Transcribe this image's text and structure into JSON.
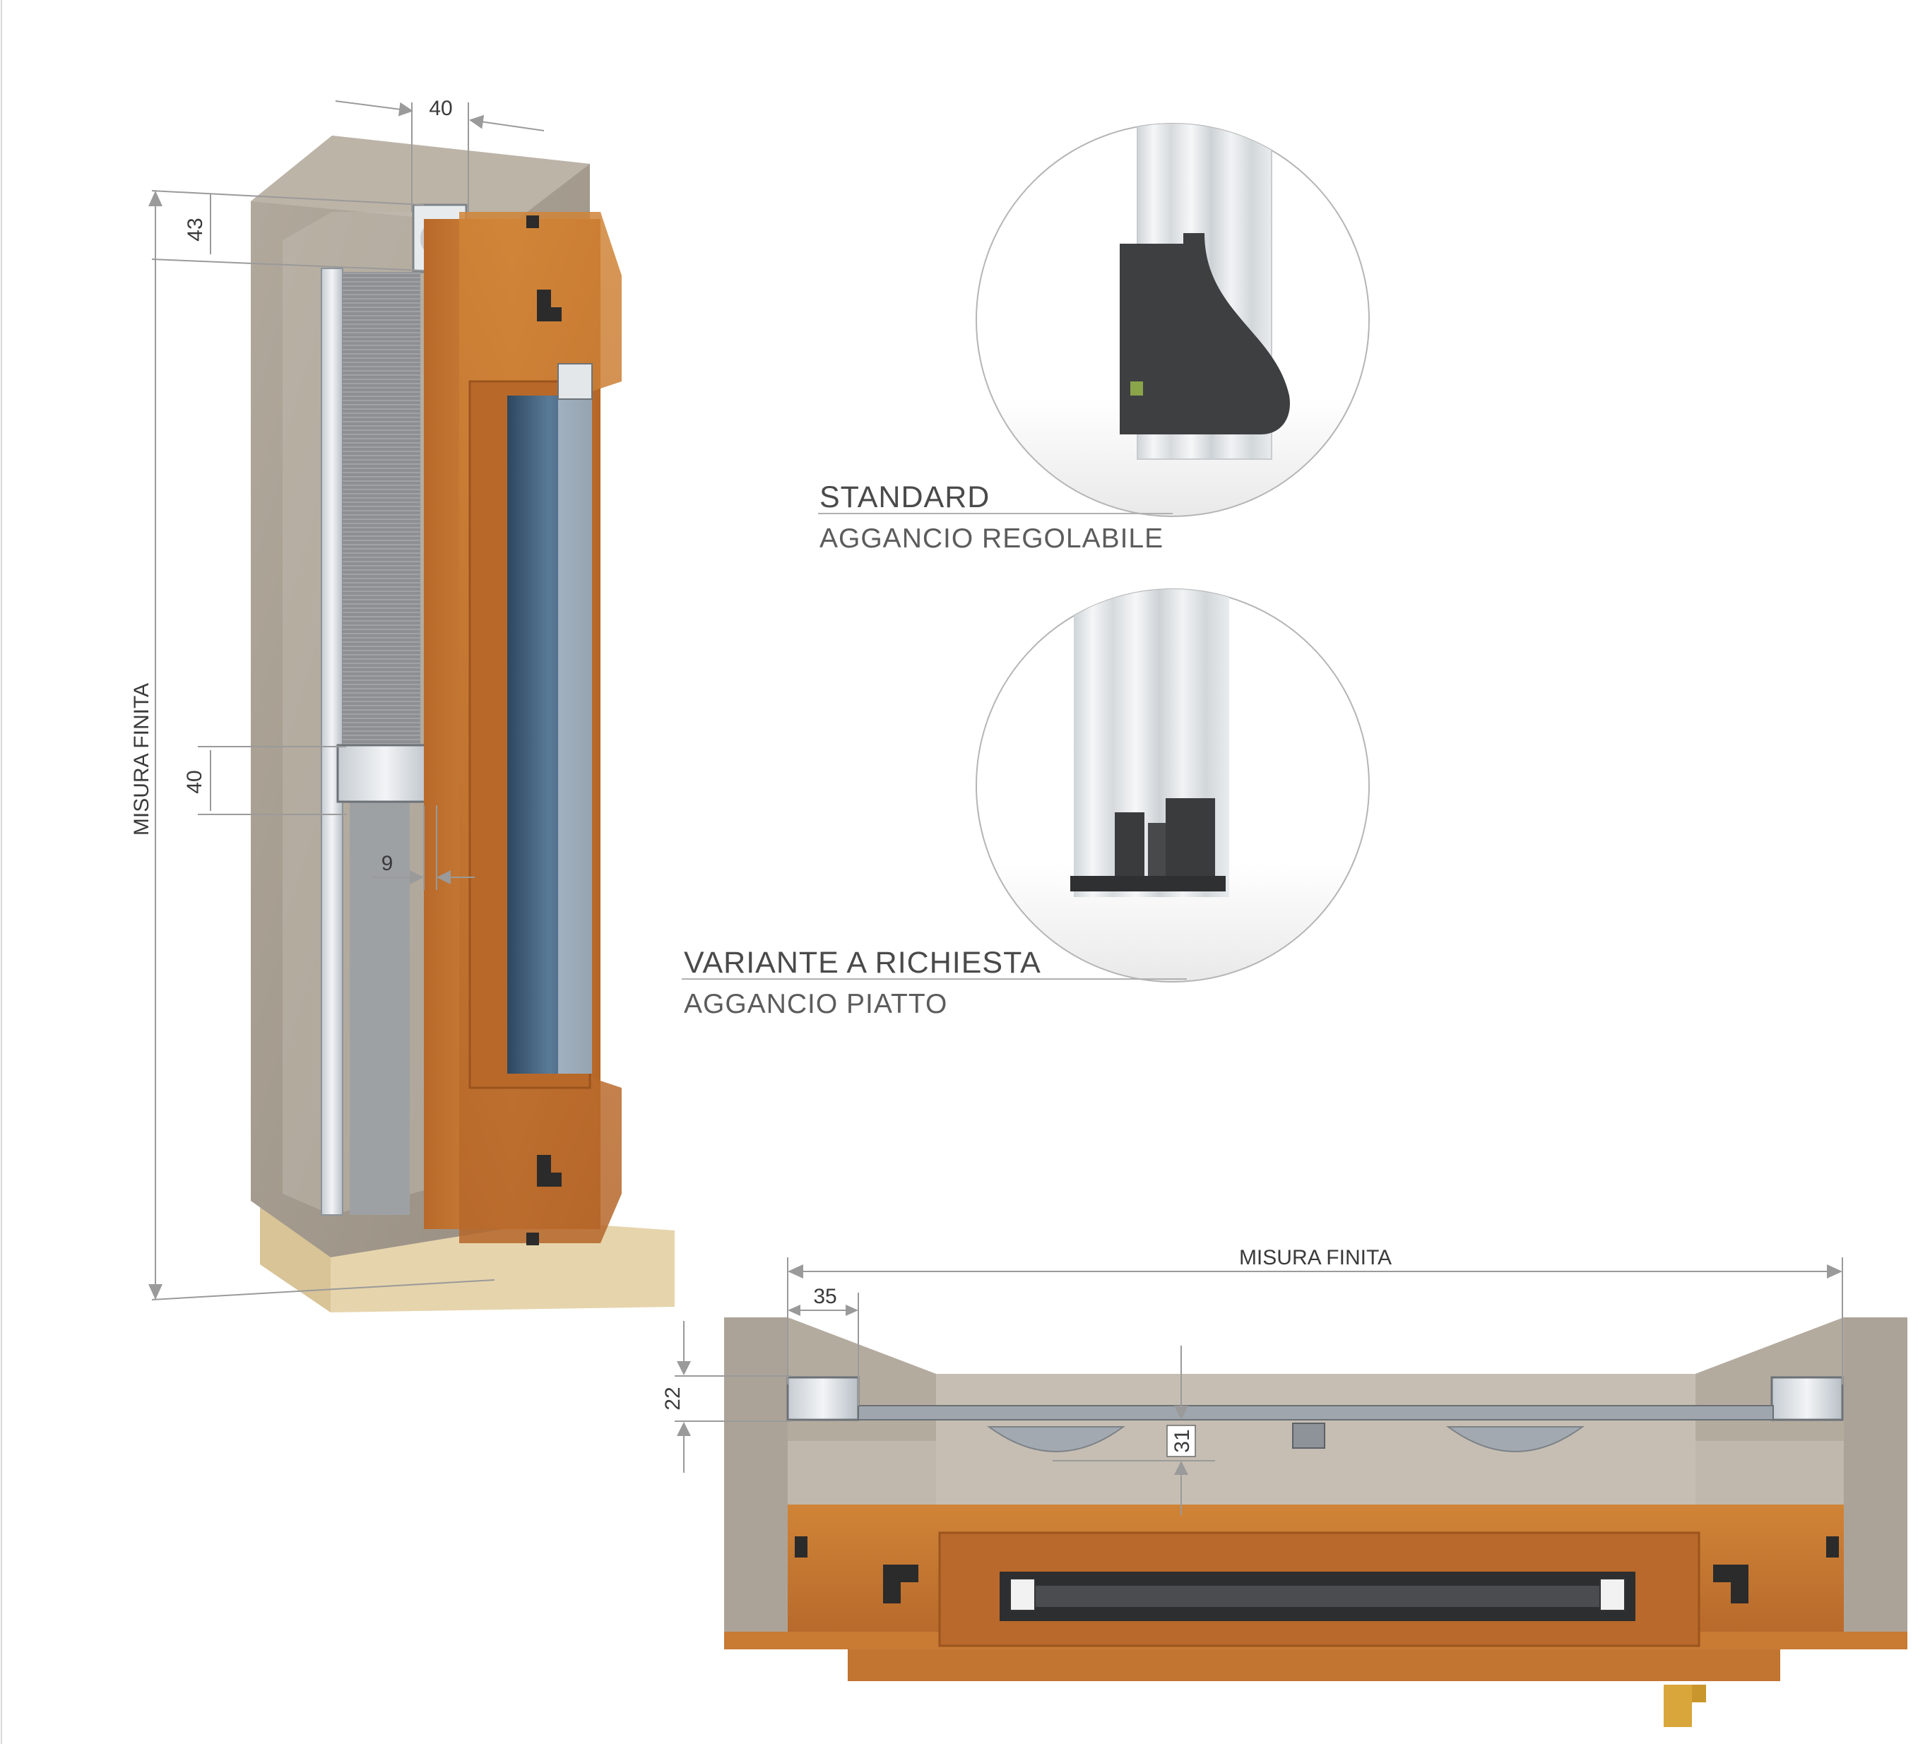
{
  "dimensions": {
    "left_top_width": "40",
    "left_top_height": "43",
    "left_bar_height": "40",
    "left_gap": "9",
    "left_overall": "MISURA FINITA",
    "bottom_overall": "MISURA FINITA",
    "bottom_side": "35",
    "bottom_height": "22",
    "bottom_gap": "31"
  },
  "details": [
    {
      "title": "STANDARD",
      "subtitle": "AGGANCIO REGOLABILE"
    },
    {
      "title": "VARIANTE A RICHIESTA",
      "subtitle": "AGGANCIO PIATTO"
    }
  ],
  "colors": {
    "wood": "#c97a33",
    "wood_dark": "#a65f22",
    "concrete": "#a69d92",
    "base": "#e9d9b5",
    "aluminium": "#dde2e6",
    "glass": "#3b5570",
    "gasket": "#2b2b2b",
    "hook": "#353535"
  }
}
